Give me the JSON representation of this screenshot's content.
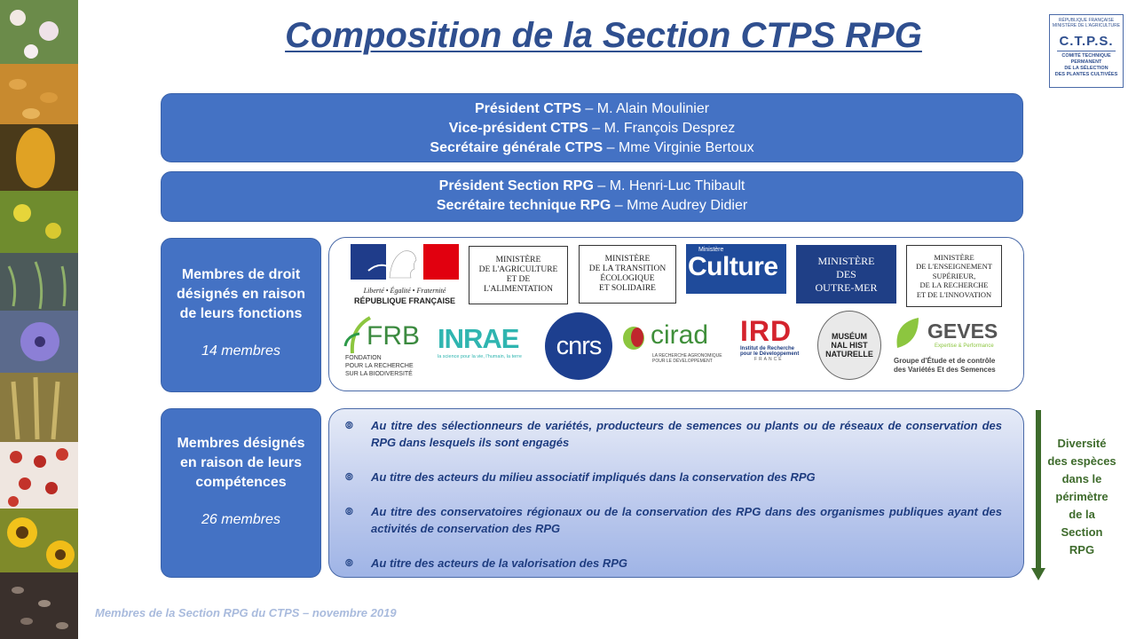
{
  "title": "Composition de la Section CTPS RPG",
  "ctps_logo": {
    "line1": "RÉPUBLIQUE FRANÇAISE",
    "line2": "MINISTÈRE DE L'AGRICULTURE",
    "acronym": "C.T.P.S.",
    "subtitle": [
      "COMITÉ TECHNIQUE",
      "PERMANENT",
      "DE LA SÉLECTION",
      "DES PLANTES CULTIVÉES"
    ]
  },
  "presidency": {
    "president_role": "Président CTPS",
    "president_name": " – M. Alain Moulinier",
    "vice_role": "Vice-président CTPS",
    "vice_name": " – M. François Desprez",
    "secretary_role": "Secrétaire générale CTPS",
    "secretary_name": " – Mme Virginie Bertoux"
  },
  "section": {
    "president_role": "Président Section RPG",
    "president_name": " – M. Henri-Luc Thibault",
    "secretary_role": "Secrétaire technique RPG",
    "secretary_name": " – Mme Audrey Didier"
  },
  "members_by_right": {
    "label": "Membres de droit désignés en raison de leurs fonctions",
    "count": "14 membres"
  },
  "members_by_competence": {
    "label": "Membres désignés en raison de leurs compétences",
    "count": "26 membres"
  },
  "logos": {
    "republique": {
      "motto": "Liberté • Égalité • Fraternité",
      "name": "RÉPUBLIQUE FRANÇAISE"
    },
    "agriculture": [
      "MINISTÈRE",
      "DE L'AGRICULTURE",
      "ET DE",
      "L'ALIMENTATION"
    ],
    "transition": [
      "MINISTÈRE",
      "DE LA TRANSITION",
      "ÉCOLOGIQUE",
      "ET SOLIDAIRE"
    ],
    "culture": {
      "small": "Ministère",
      "big": "Culture"
    },
    "outremer": [
      "MINISTÈRE",
      "DES",
      "OUTRE-MER"
    ],
    "enseignement": [
      "MINISTÈRE",
      "DE L'ENSEIGNEMENT",
      "SUPÉRIEUR,",
      "DE LA RECHERCHE",
      "ET DE L'INNOVATION"
    ],
    "frb": {
      "name": "FRB",
      "sub1": "FONDATION",
      "sub2": "POUR LA RECHERCHE",
      "sub3": "SUR LA BIODIVERSITÉ"
    },
    "inrae": {
      "name": "INRAE",
      "tagline": "la science pour la vie, l'humain, la terre"
    },
    "cnrs": {
      "name": "cnrs"
    },
    "cirad": {
      "name": "cirad",
      "tagline": "LA RECHERCHE AGRONOMIQUE POUR LE DÉVELOPPEMENT"
    },
    "ird": {
      "name": "IRD",
      "l1": "Institut de Recherche",
      "l2": "pour le Développement",
      "l3": "FRANCE"
    },
    "museum": {
      "l1": "MUSÉUM",
      "l2": "NAL HIST",
      "l3": "NATURELLE"
    },
    "geves": {
      "name": "GEVES",
      "tagline": "Expertise & Performance",
      "l1": "Groupe d'Étude et de contrôle",
      "l2": "des Variétés Et des Semences"
    }
  },
  "competence_items": [
    "Au titre des sélectionneurs de variétés, producteurs de semences ou plants ou de réseaux de conservation des RPG dans lesquels ils sont engagés",
    "Au titre des acteurs du milieu associatif impliqués dans la conservation des RPG",
    "Au titre des conservatoires régionaux ou de la conservation des RPG dans des organismes publiques ayant des activités de conservation des RPG",
    "Au titre des acteurs de la valorisation des RPG"
  ],
  "bullet_icon": "circled-arrow-bullet",
  "diversite": [
    "Diversité",
    "des espèces",
    "dans le",
    "périmètre",
    "de la",
    "Section",
    "RPG"
  ],
  "footer": "Membres de la Section RPG du CTPS – novembre 2019",
  "colors": {
    "title": "#2f4f8f",
    "box_fill": "#4472c4",
    "item_text": "#1f3d80",
    "arrow": "#3e6b2c",
    "footer": "#a9bbdd"
  }
}
